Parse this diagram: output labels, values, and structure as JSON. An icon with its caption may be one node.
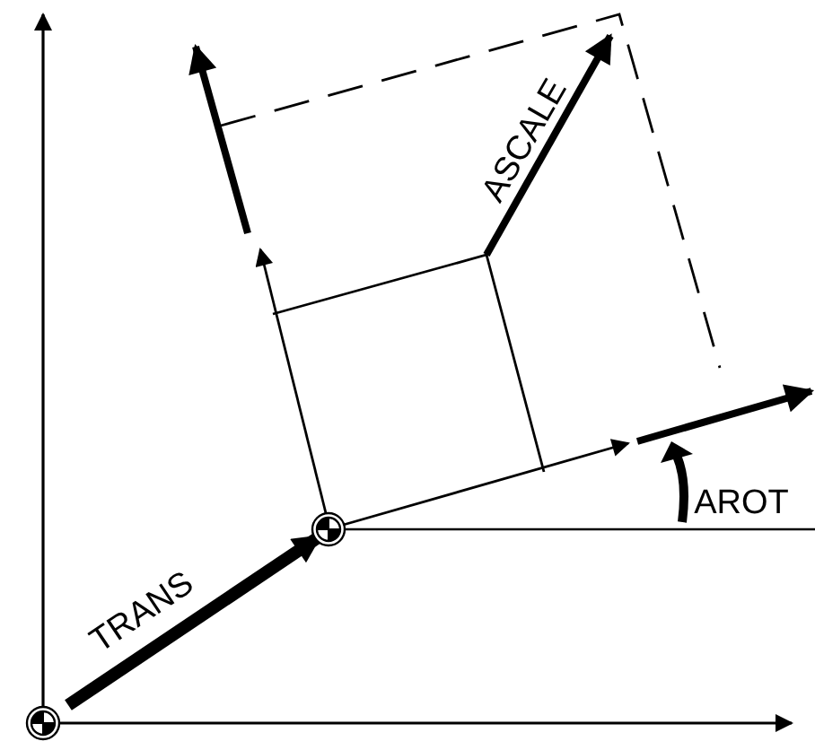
{
  "diagram": {
    "labels": [
      "ASCALE",
      "AROT",
      "TRANS"
    ]
  }
}
